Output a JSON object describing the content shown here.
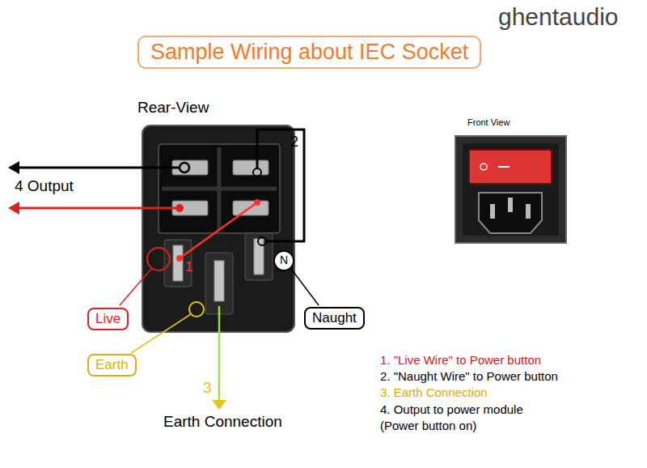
{
  "diagram": {
    "title": "Sample Wiring about IEC Socket",
    "nodes": [
      {
        "text": [
          "Live"
        ]
      },
      {
        "text": [
          "Earth"
        ]
      },
      {
        "text": [
          "Naught"
        ]
      }
    ],
    "labels": [
      "ghentaudio",
      "Rear-View",
      "2",
      "4 Output",
      "1",
      "N",
      "3",
      "Earth Connection",
      "Front View",
      "1. \"Live Wire\" to Power button",
      "2. \"Naught Wire\" to Power button",
      "3. Earth Connection",
      "4. Output to power module (Power button on)"
    ]
  }
}
